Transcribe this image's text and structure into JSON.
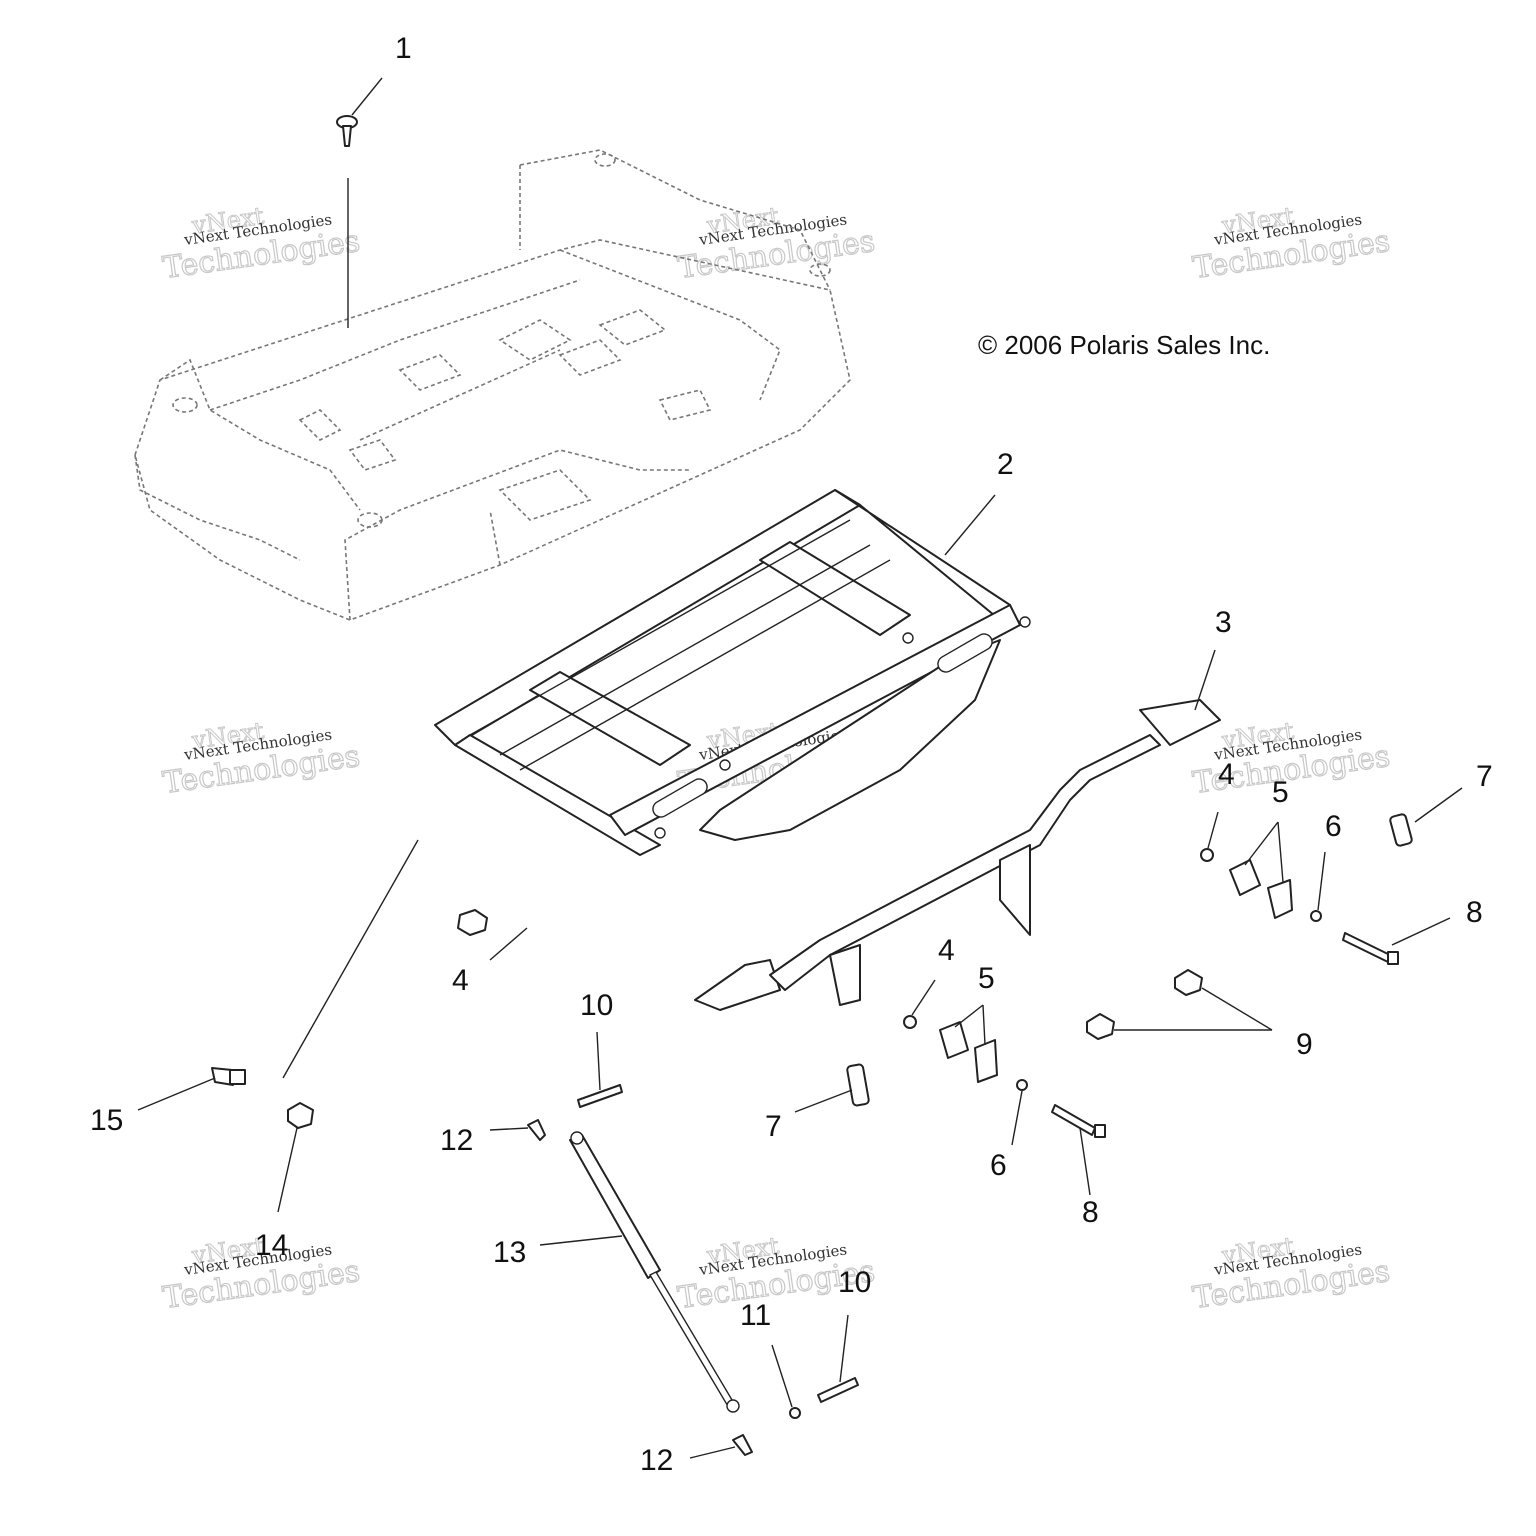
{
  "copyright": "© 2006 Polaris Sales Inc.",
  "watermark": {
    "line1": "vNext Technologies",
    "line2": "vNext",
    "line3": "Technologies"
  },
  "callouts": {
    "c1": "1",
    "c2": "2",
    "c3": "3",
    "c4a": "4",
    "c4b": "4",
    "c4c": "4",
    "c5a": "5",
    "c5b": "5",
    "c6a": "6",
    "c6b": "6",
    "c7a": "7",
    "c7b": "7",
    "c8a": "8",
    "c8b": "8",
    "c9": "9",
    "c10a": "10",
    "c10b": "10",
    "c11": "11",
    "c12a": "12",
    "c12b": "12",
    "c13": "13",
    "c14": "14",
    "c15": "15"
  }
}
